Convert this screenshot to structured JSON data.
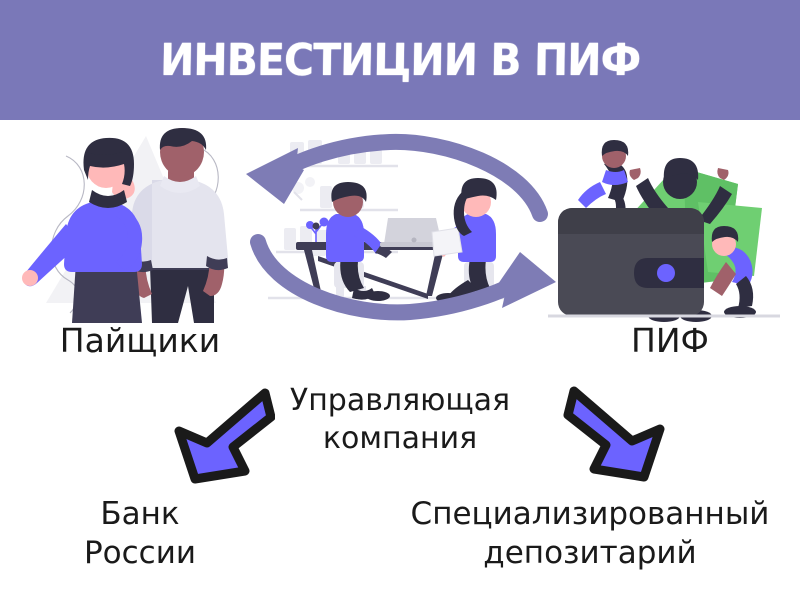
{
  "header": {
    "title": "ИНВЕСТИЦИИ В ПИФ",
    "background_color": "#7a78b8",
    "text_color": "#ffffff"
  },
  "labels": {
    "investors": "Пайщики",
    "fund": "ПИФ",
    "management_company": "Управляющая\nкомпания",
    "central_bank": "Банк\nРоссии",
    "depository": "Специализированный\nдепозитарий"
  },
  "illustrations": {
    "investors": {
      "name": "two-people-illustration",
      "description": "Женщина в сине-фиолетовом свитере и мужчина в светлой водолазке"
    },
    "management_office": {
      "name": "office-desk-illustration",
      "description": "Два сотрудника за столом с ноутбуком на фоне стеллажей"
    },
    "fund_wallet": {
      "name": "wallet-with-money-illustration",
      "description": "Тёмный кошелёк с зелёными купюрами и людьми"
    }
  },
  "arrows": {
    "cycle_top": {
      "name": "cycle-arrow-to-investors",
      "direction": "left",
      "color": "#7e7cb5"
    },
    "cycle_bottom": {
      "name": "cycle-arrow-to-fund",
      "direction": "right",
      "color": "#7e7cb5"
    },
    "to_bank": {
      "name": "arrow-to-central-bank",
      "direction": "down-left",
      "fill": "#6c63ff",
      "outline": "#1a1a1a"
    },
    "to_depository": {
      "name": "arrow-to-depository",
      "direction": "down-right",
      "fill": "#6c63ff",
      "outline": "#1a1a1a"
    }
  },
  "colors": {
    "band_purple": "#7a78b8",
    "arrow_purple": "#7e7cb5",
    "accent_blue": "#6c63ff",
    "dark_navy": "#3f3d56",
    "skin_mauve": "#a0616a",
    "money_green": "#6fcf72",
    "text_black": "#1a1a1a",
    "light_grey": "#f0f0f4",
    "page_white": "#ffffff"
  }
}
